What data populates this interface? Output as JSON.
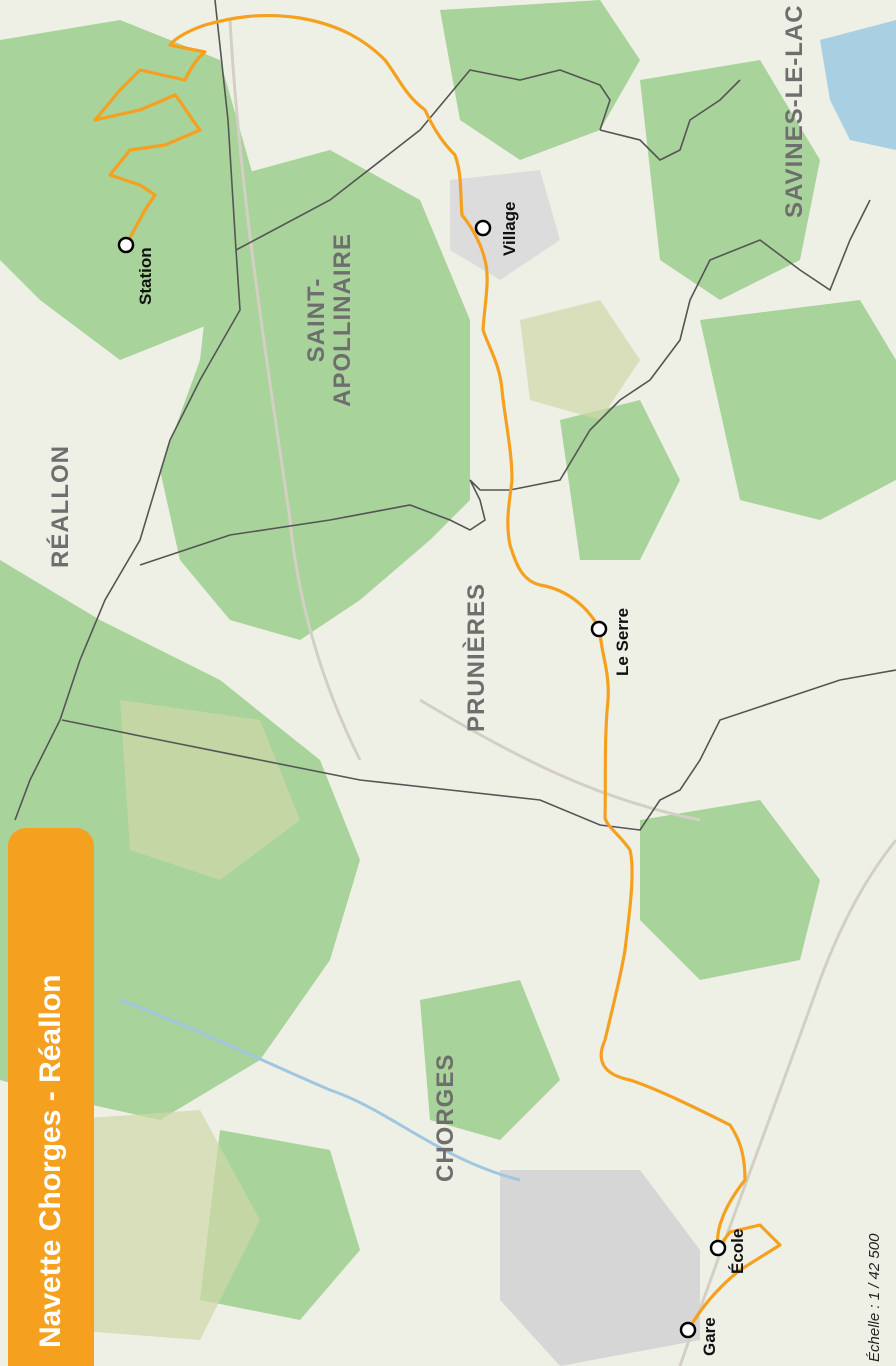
{
  "title": "Navette Chorges - Réallon",
  "scale": "Échelle : 1 / 42 500",
  "communes": {
    "reallon": "RÉALLON",
    "saint_apollinaire_1": "SAINT-",
    "saint_apollinaire_2": "APOLLINAIRE",
    "prunieres": "PRUNIÈRES",
    "chorges": "CHORGES",
    "savines": "SAVINES-LE-LAC"
  },
  "stops": {
    "station": "Station",
    "village": "Village",
    "le_serre": "Le Serre",
    "ecole": "École",
    "gare": "Gare"
  },
  "colors": {
    "route": "#f5a01f",
    "boundary": "#555555",
    "forest": "#9ccc92",
    "title_bg": "#f5a01f"
  }
}
